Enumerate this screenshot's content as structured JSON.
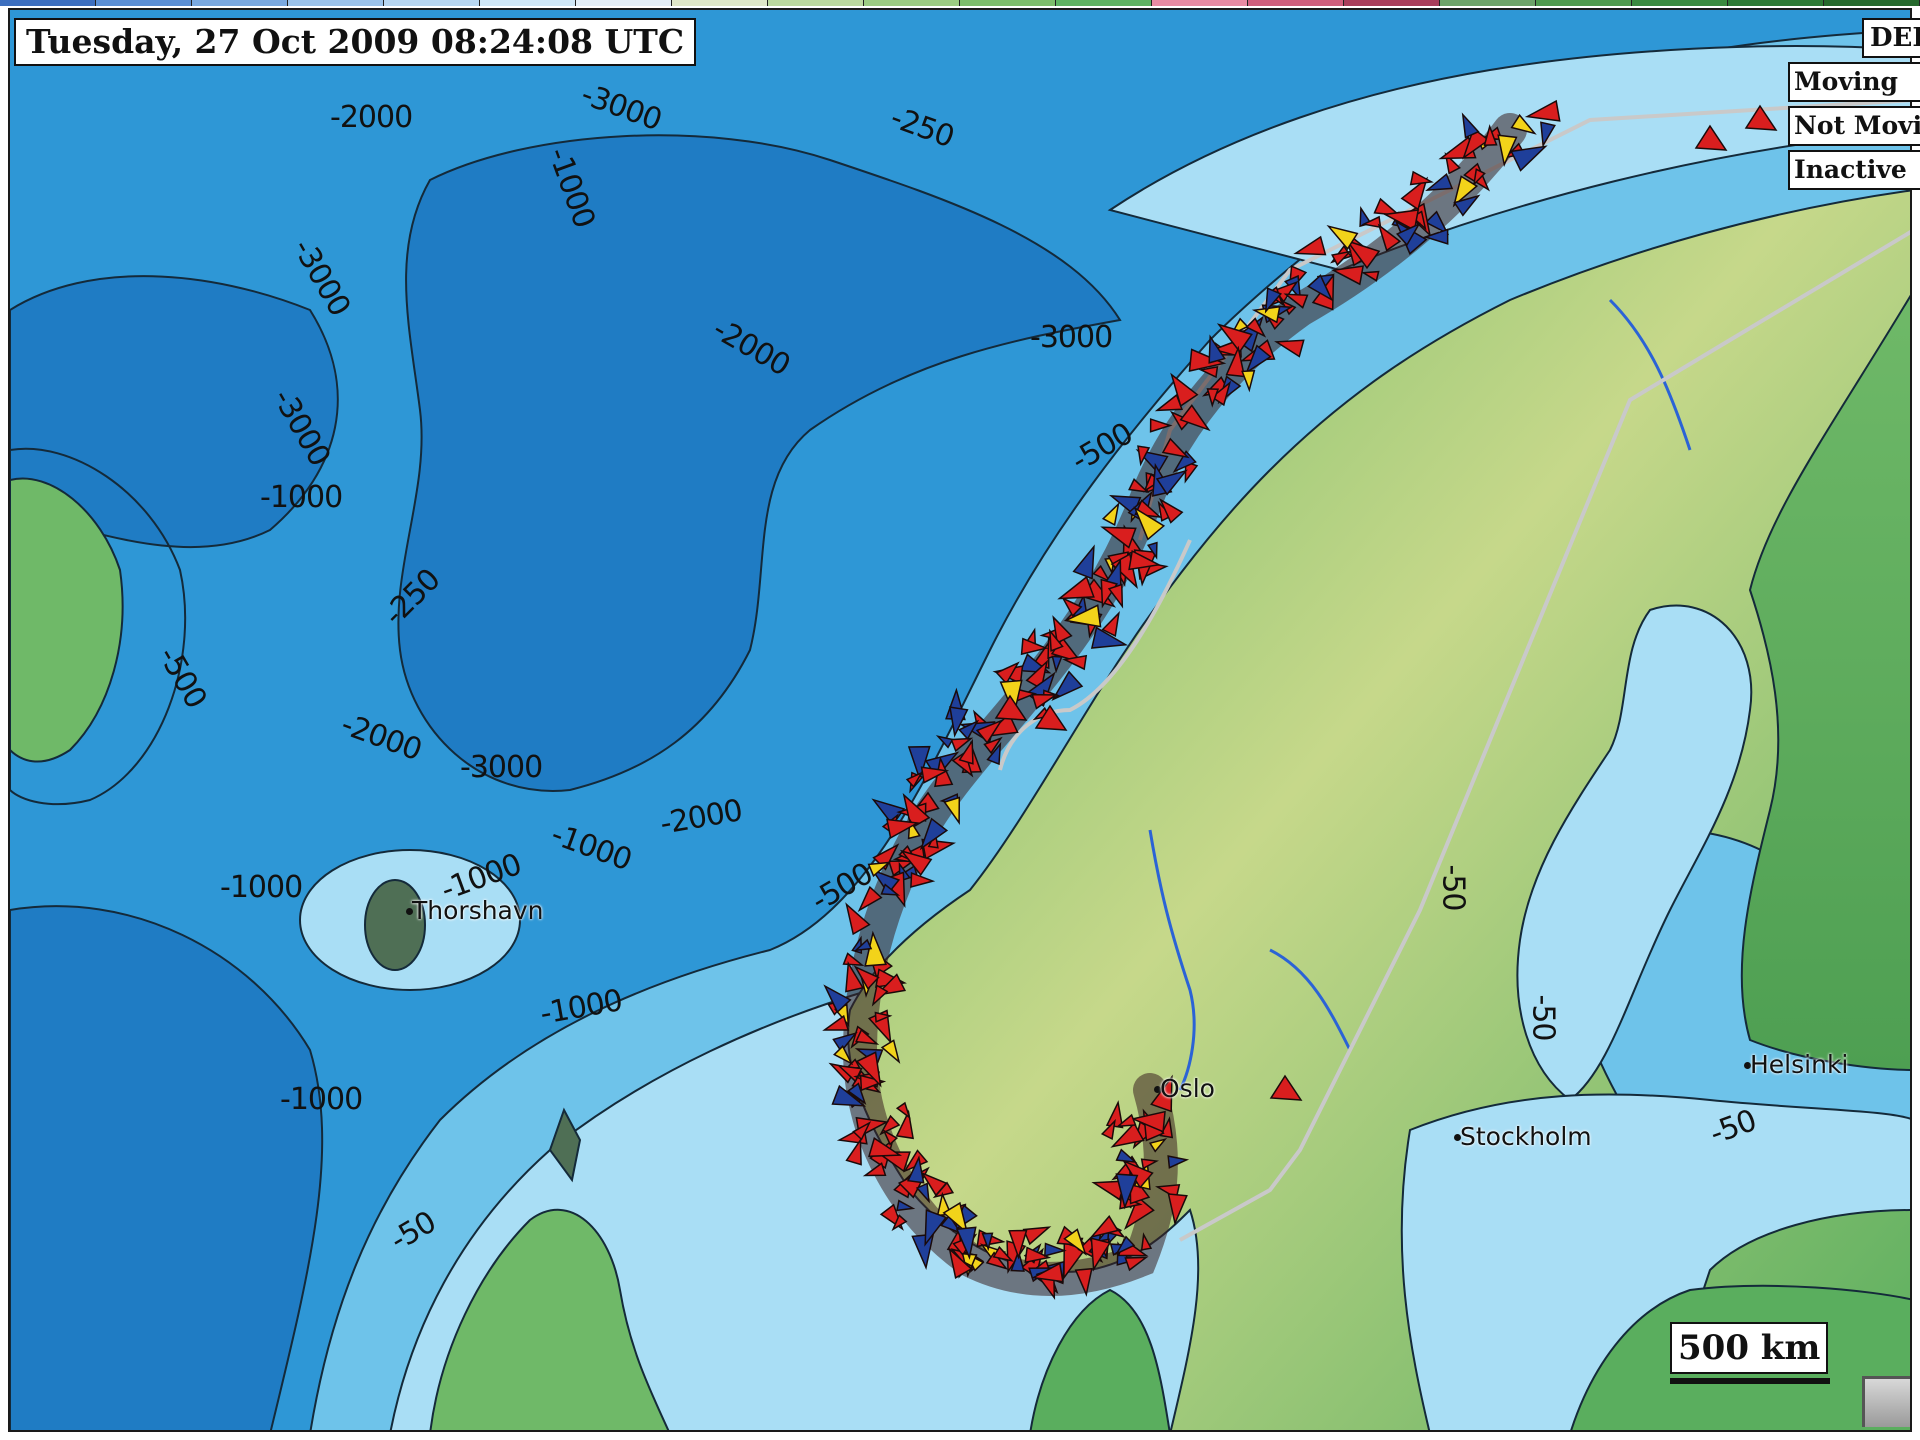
{
  "map": {
    "timestamp": "Tuesday, 27 Oct 2009 08:24:08 UTC",
    "legend_partial_label": "DEI",
    "legend": [
      {
        "id": "moving",
        "label": "Moving",
        "color": "#d91e1e"
      },
      {
        "id": "not-moving",
        "label": "Not Movi",
        "color": "#1f3f9a"
      },
      {
        "id": "inactive",
        "label": "Inactive",
        "color": "#f2d31a"
      }
    ],
    "scale_label": "500 km",
    "cities": [
      {
        "name": "Thorshavn"
      },
      {
        "name": "Oslo"
      },
      {
        "name": "Stockholm"
      },
      {
        "name": "Helsinki"
      }
    ],
    "depth_contour_labels": [
      "-2000",
      "-3000",
      "-250",
      "-3000",
      "-3000",
      "-1000",
      "-2000",
      "-3000",
      "-1000",
      "-250",
      "-500",
      "-500",
      "-1000",
      "-1000",
      "-1000",
      "-2000",
      "-3000",
      "-2000",
      "-500",
      "-1000",
      "-1000",
      "-50",
      "-50",
      "-50",
      "-50"
    ],
    "colors": {
      "deep_ocean": "#1f7cc4",
      "mid_ocean": "#2e97d6",
      "shelf": "#6ec3ea",
      "shallow": "#a9def5",
      "land_low": "#5fb363",
      "land_high": "#c6d88a"
    }
  }
}
